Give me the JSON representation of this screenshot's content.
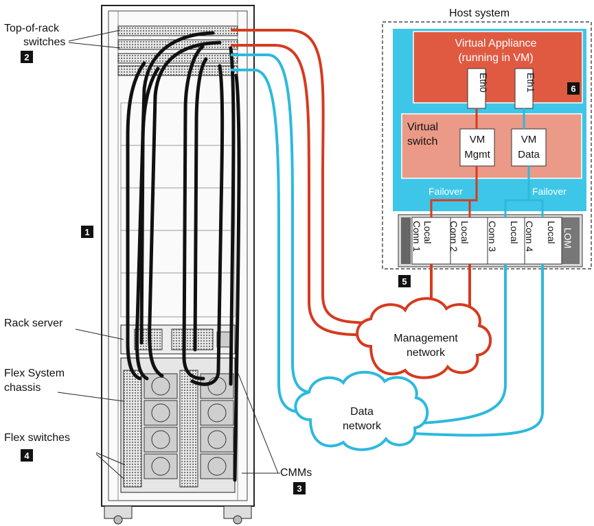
{
  "labels": {
    "top_of_rack_line1": "Top-of-rack",
    "top_of_rack_line2": "switches",
    "rack_server": "Rack server",
    "flex_chassis_line1": "Flex System",
    "flex_chassis_line2": "chassis",
    "flex_switches": "Flex switches",
    "cmms": "CMMs",
    "host_system": "Host system",
    "virtual_appliance_line1": "Virtual Appliance",
    "virtual_appliance_line2": "(running in VM)",
    "eth0": "Eth0",
    "eth1": "Eth1",
    "virtual_switch_line1": "Virtual",
    "virtual_switch_line2": "switch",
    "vm_mgmt_line1": "VM",
    "vm_mgmt_line2": "Mgmt",
    "vm_data_line1": "VM",
    "vm_data_line2": "Data",
    "failover_left": "Failover",
    "failover_right": "Failover",
    "lom": "LOM",
    "nic_ports": [
      {
        "line1": "Local",
        "line2": "Conn 1"
      },
      {
        "line1": "Local",
        "line2": "Conn 2"
      },
      {
        "line1": "Local",
        "line2": "Conn 3"
      },
      {
        "line1": "Local",
        "line2": "Conn 4"
      }
    ],
    "management_network_line1": "Management",
    "management_network_line2": "network",
    "data_network_line1": "Data",
    "data_network_line2": "network"
  },
  "callouts": [
    "1",
    "2",
    "3",
    "4",
    "5",
    "6"
  ],
  "colors": {
    "management_cable": "#d63a1f",
    "data_cable": "#2db9dd",
    "host_bg": "#3ec6e8",
    "appliance": "#e05a42",
    "vswitch": "#ea9a87"
  }
}
